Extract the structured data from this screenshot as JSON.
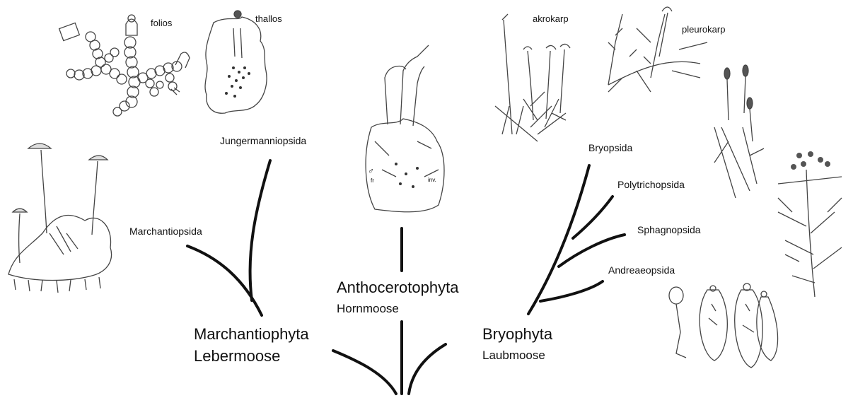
{
  "groups": {
    "marchantiophyta": {
      "name": "Marchantiophyta",
      "common": "Lebermoose"
    },
    "anthocerotophyta": {
      "name": "Anthocerotophyta",
      "common": "Hornmoose"
    },
    "bryophyta": {
      "name": "Bryophyta",
      "common": "Laubmoose"
    }
  },
  "liverwort_classes": {
    "marchantiopsida": "Marchantiopsida",
    "jungermanniopsida": "Jungermanniopsida"
  },
  "moss_classes": {
    "bryopsida": "Bryopsida",
    "polytrichopsida": "Polytrichopsida",
    "sphagnopsida": "Sphagnopsida",
    "andreaeopsida": "Andreaeopsida"
  },
  "illustration_captions": {
    "folios": "folios",
    "thallos": "thallos",
    "akrokarp": "akrokarp",
    "pleurokarp": "pleurokarp"
  },
  "hornwort_figure_labels": {
    "male_symbol": "♂",
    "fr": "fr",
    "inv": "inv."
  },
  "colors": {
    "line": "#111111",
    "sketch": "#444444",
    "background": "#ffffff"
  }
}
